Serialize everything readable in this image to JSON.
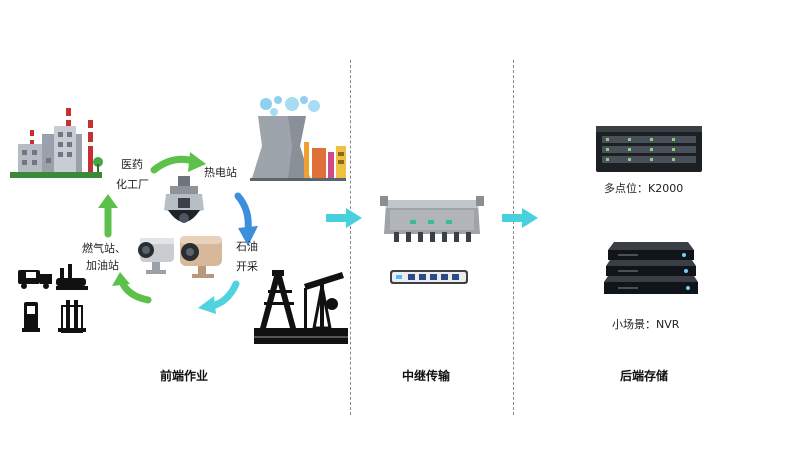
{
  "colors": {
    "cycle_green": "#5cc04a",
    "cycle_blue": "#3d8fdc",
    "cycle_cyan": "#4fd3df",
    "flow_arrow": "#48d0dc",
    "divider": "#8a8a8a"
  },
  "front_end": {
    "title": "前端作业",
    "sites": {
      "pharma_line1": "医药",
      "pharma_line2": "化工厂",
      "power_plant": "热电站",
      "oil_line1": "石油",
      "oil_line2": "开采",
      "gas_line1": "燃气站、",
      "gas_line2": "加油站"
    }
  },
  "relay": {
    "title": "中继传输"
  },
  "storage": {
    "title": "后端存储",
    "multi_point": "多点位：K2000",
    "small_scene": "小场景：NVR"
  }
}
